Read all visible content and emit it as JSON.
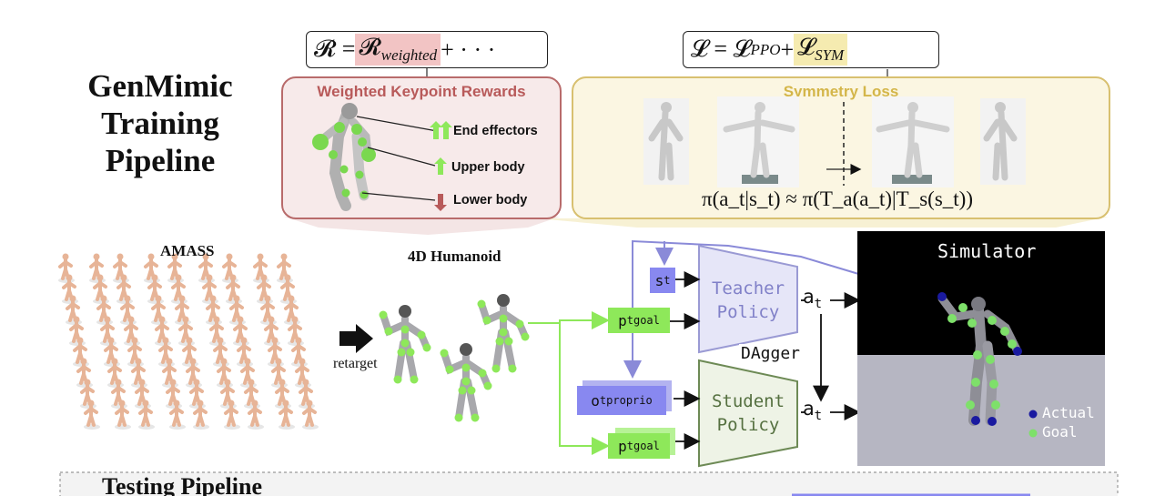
{
  "pipeline_title": [
    "GenMimic",
    "Training",
    "Pipeline"
  ],
  "reward_eq": {
    "lhs": "𝓡 = ",
    "term": "𝓡",
    "term_sub": "weighted",
    "rest": " + · · ·"
  },
  "loss_eq": {
    "lhs": "𝓛 = 𝓛",
    "ppo_sub": "PPO",
    "plus": " + ",
    "term": "𝓛",
    "term_sub": "SYM"
  },
  "reward_panel": {
    "title": "Weighted Keypoint Rewards",
    "end_effectors": "End effectors",
    "upper_body": "Upper body",
    "lower_body": "Lower body"
  },
  "symmetry_panel": {
    "title": "Symmetry Loss",
    "equation": "π(a_t|s_t) ≈ π(T_a(a_t)|T_s(s_t))"
  },
  "amass_label": "AMASS",
  "humanoid_label": "4D Humanoid",
  "retarget_label": "retarget",
  "inputs": {
    "s_t": {
      "base": "s",
      "sub": "t"
    },
    "p_goal_teacher": {
      "base": "p",
      "sub": "t",
      "sup": "goal"
    },
    "o_proprio": {
      "base": "o",
      "sub": "t",
      "sup": "proprio"
    },
    "p_goal_student": {
      "base": "p",
      "sub": "t",
      "sup": "goal"
    }
  },
  "teacher_policy": [
    "Teacher",
    "Policy"
  ],
  "student_policy": [
    "Student",
    "Policy"
  ],
  "action_teacher": {
    "base": "a",
    "sub": "t"
  },
  "action_student": {
    "base": "a",
    "sub": "t"
  },
  "dagger_label": "DAgger",
  "simulator": {
    "title": "Simulator",
    "legend_actual": "Actual",
    "legend_goal": "Goal"
  },
  "testing_label": "Testing Pipeline",
  "colors": {
    "reward_border": "#b86b6b",
    "reward_fill": "#f7eaea",
    "reward_title": "#b85a5a",
    "symmetry_border": "#d8c070",
    "symmetry_fill": "#fbf6e2",
    "symmetry_title": "#d4b64a",
    "teacher_fill": "#e6e6f8",
    "teacher_border": "#9a9ad4",
    "student_fill": "#eef3e6",
    "student_border": "#6d8a55",
    "green_input": "#8ee85a",
    "blue_input": "#8888f0",
    "sim_top": "#000000",
    "sim_floor": "#b6b6c2",
    "skin": "#e7b497",
    "actual_dot": "#1a1aa0",
    "goal_dot": "#7ee06a"
  }
}
